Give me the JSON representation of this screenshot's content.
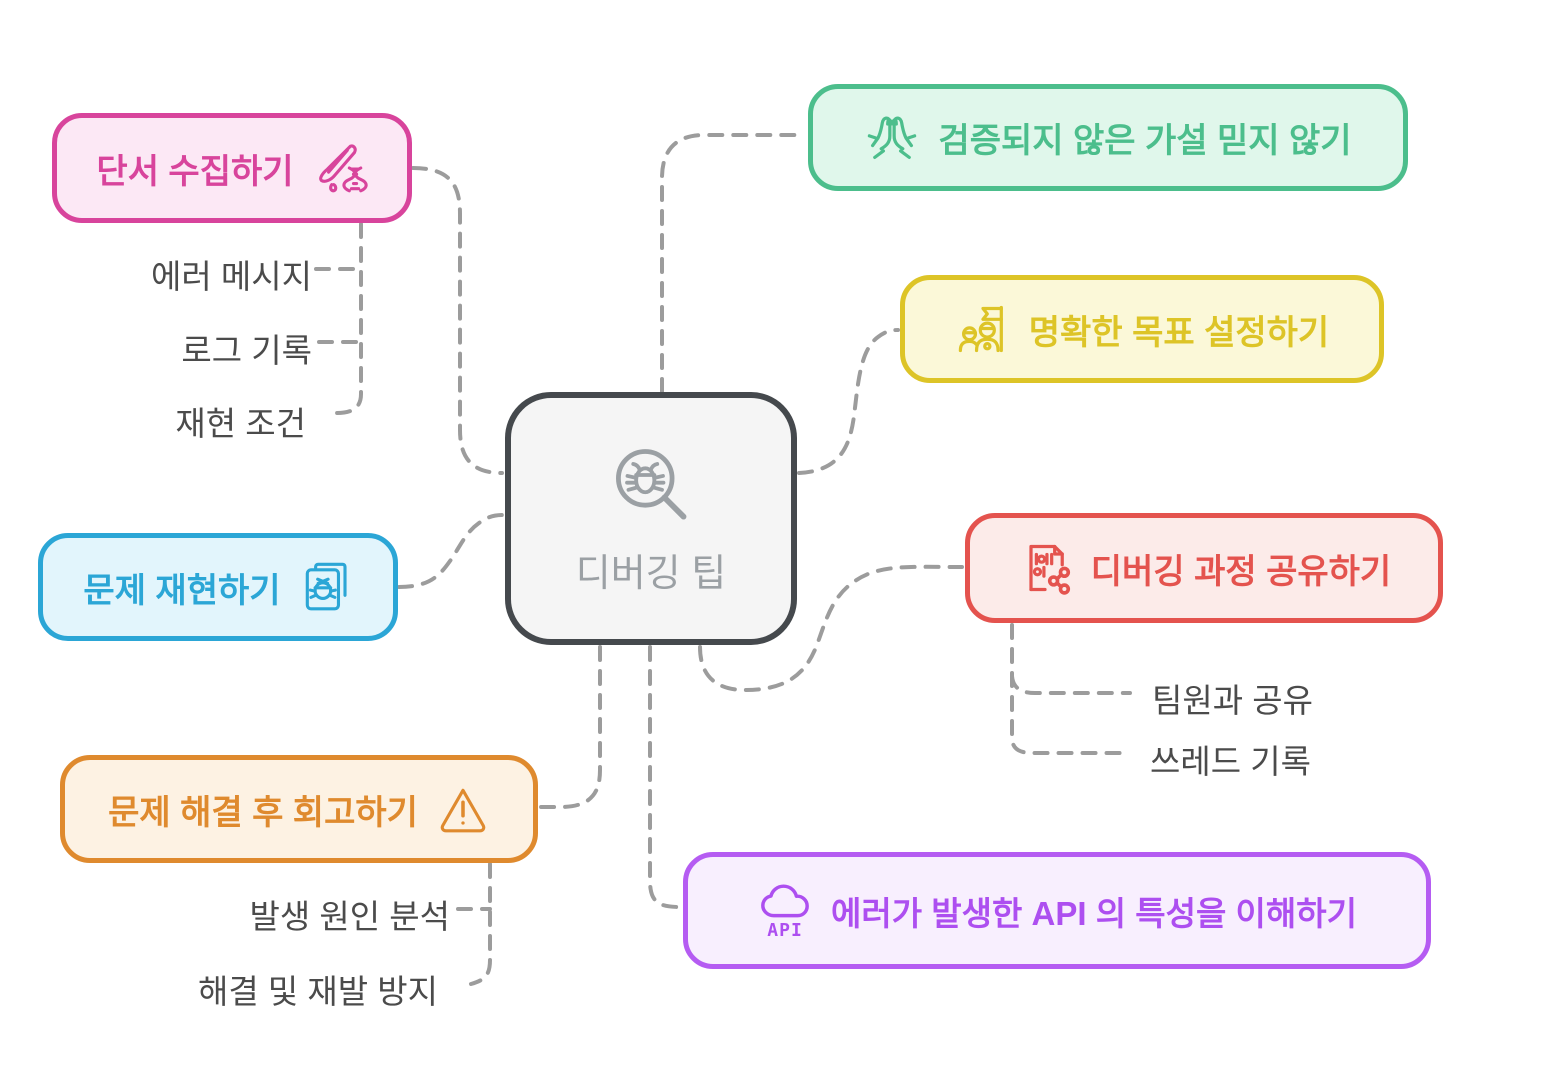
{
  "center": {
    "label": "디버깅 팁",
    "icon": "bug-magnifier-icon",
    "border_color": "#45494d",
    "bg_color": "#f5f5f5",
    "text_color": "#9ba0a4"
  },
  "connector_color": "#9c9c9c",
  "sub_text_color": "#4b4b4b",
  "nodes": [
    {
      "label": "단서 수집하기",
      "icon": "knife-dna-icon",
      "color": "#d8449c",
      "bg": "#fce8f5",
      "children": [
        "에러 메시지",
        "로그 기록",
        "재현 조건"
      ]
    },
    {
      "label": "검증되지 않은 가설 믿지 않기",
      "icon": "praying-hands-icon",
      "color": "#4cbe8c",
      "bg": "#e0f7eb",
      "children": []
    },
    {
      "label": "명확한 목표 설정하기",
      "icon": "team-flag-icon",
      "color": "#ddc427",
      "bg": "#fbf8d8",
      "children": []
    },
    {
      "label": "디버깅 과정 공유하기",
      "icon": "binary-share-icon",
      "color": "#e4534e",
      "bg": "#fcebe9",
      "children": [
        "팀원과 공유",
        "쓰레드 기록"
      ]
    },
    {
      "label": "문제 재현하기",
      "icon": "bug-document-icon",
      "color": "#2ba6d6",
      "bg": "#e2f5fc",
      "children": []
    },
    {
      "label": "문제 해결 후 회고하기",
      "icon": "warning-triangle-icon",
      "color": "#df8a2e",
      "bg": "#fdf2e3",
      "children": [
        "발생 원인 분석",
        "해결 및 재발 방지"
      ]
    },
    {
      "label": "에러가 발생한 API 의 특성을 이해하기",
      "icon": "cloud-api-icon",
      "icon_text": "API",
      "color": "#b55cf2",
      "bg": "#f8effe",
      "children": []
    }
  ]
}
